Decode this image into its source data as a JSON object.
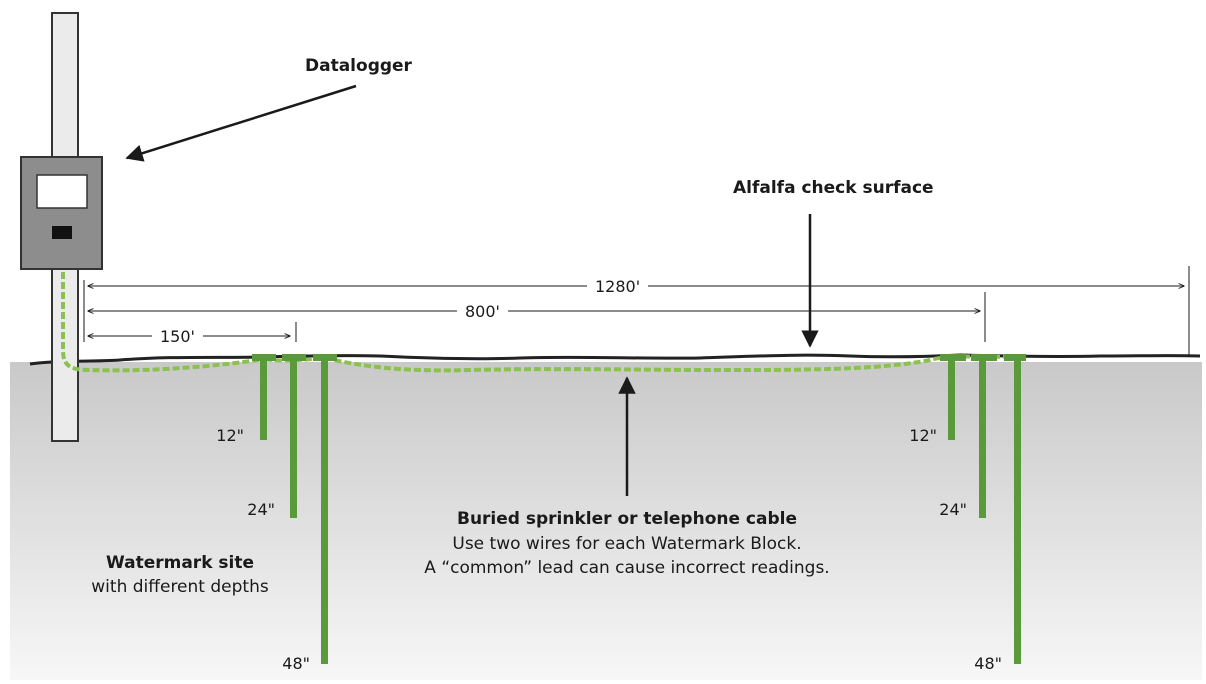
{
  "labels": {
    "datalogger": "Datalogger",
    "surface": "Alfalfa check surface",
    "cable_title": "Buried sprinkler or telephone cable",
    "cable_line1": "Use two wires for each Watermark Block.",
    "cable_line2": "A “common” lead can cause incorrect readings.",
    "site_title": "Watermark site",
    "site_sub": "with different depths"
  },
  "dimensions": {
    "d150": "150'",
    "d800": "800'",
    "d1280": "1280'"
  },
  "depths": {
    "left": [
      "12\"",
      "24\"",
      "48\""
    ],
    "right": [
      "12\"",
      "24\"",
      "48\""
    ]
  },
  "colors": {
    "sensor": "#5a9a3a",
    "cable": "#8cc050",
    "soil_top": "#c8c8c8",
    "soil_bottom": "#f6f6f6",
    "post": "#e8e8e8",
    "box": "#8a8a8a"
  }
}
